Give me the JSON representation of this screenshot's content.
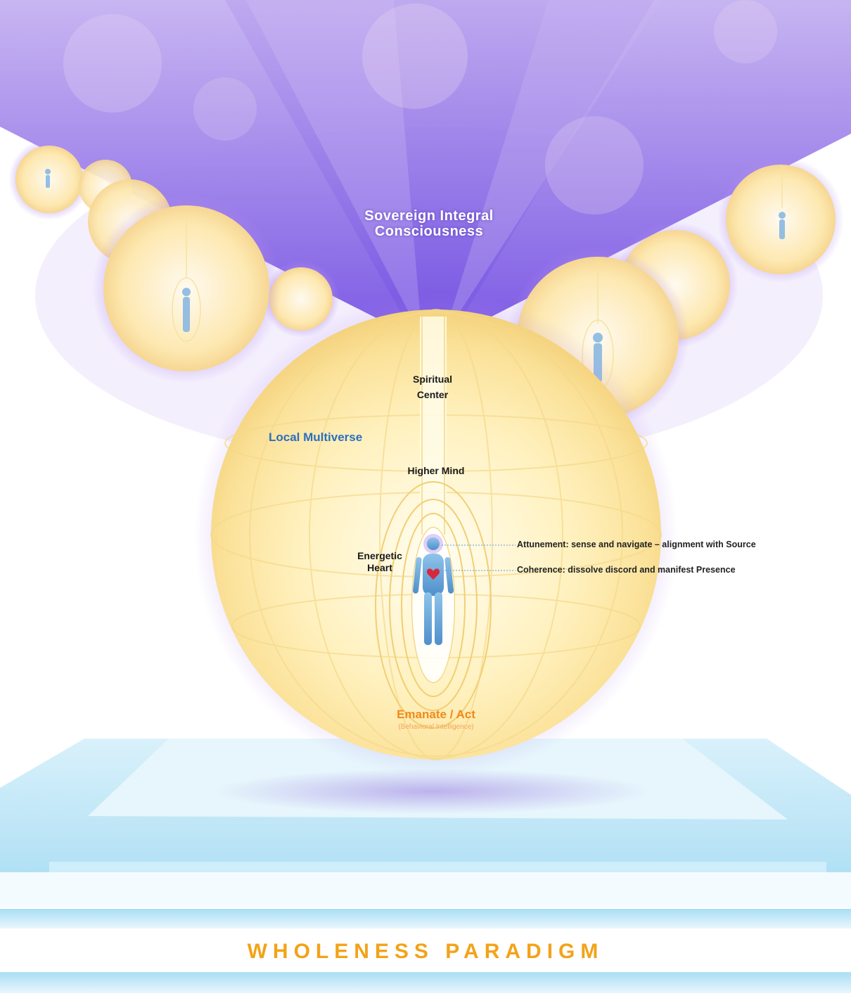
{
  "diagram": {
    "sovereign_label": [
      "Sovereign Integral",
      "Consciousness"
    ],
    "spiritual_center_label": [
      "Spiritual",
      "Center"
    ],
    "local_multiverse_label": "Local Multiverse",
    "higher_mind_label": "Higher Mind",
    "energetic_heart_label": [
      "Energetic",
      "Heart"
    ],
    "attunement_text": "Attunement: sense and navigate – alignment with Source",
    "coherence_text": "Coherence: dissolve discord and manifest Presence",
    "emanate_label": "Emanate / Act",
    "behavioral_label": "(Behavioral Intelligence)",
    "paradigm_title": "WHOLENESS PARADIGM"
  },
  "colors": {
    "beam": "#8a6ae8",
    "sphere": "#fff0b8",
    "sphere_glow": "#b48cf0",
    "platform": "#bfe6f8",
    "accent_orange": "#f08a1c",
    "accent_blue": "#2a6fc0",
    "paradigm_gold": "#f2a318"
  },
  "icons": [
    "human-figure-icon",
    "heart-icon",
    "head-aura-icon"
  ]
}
